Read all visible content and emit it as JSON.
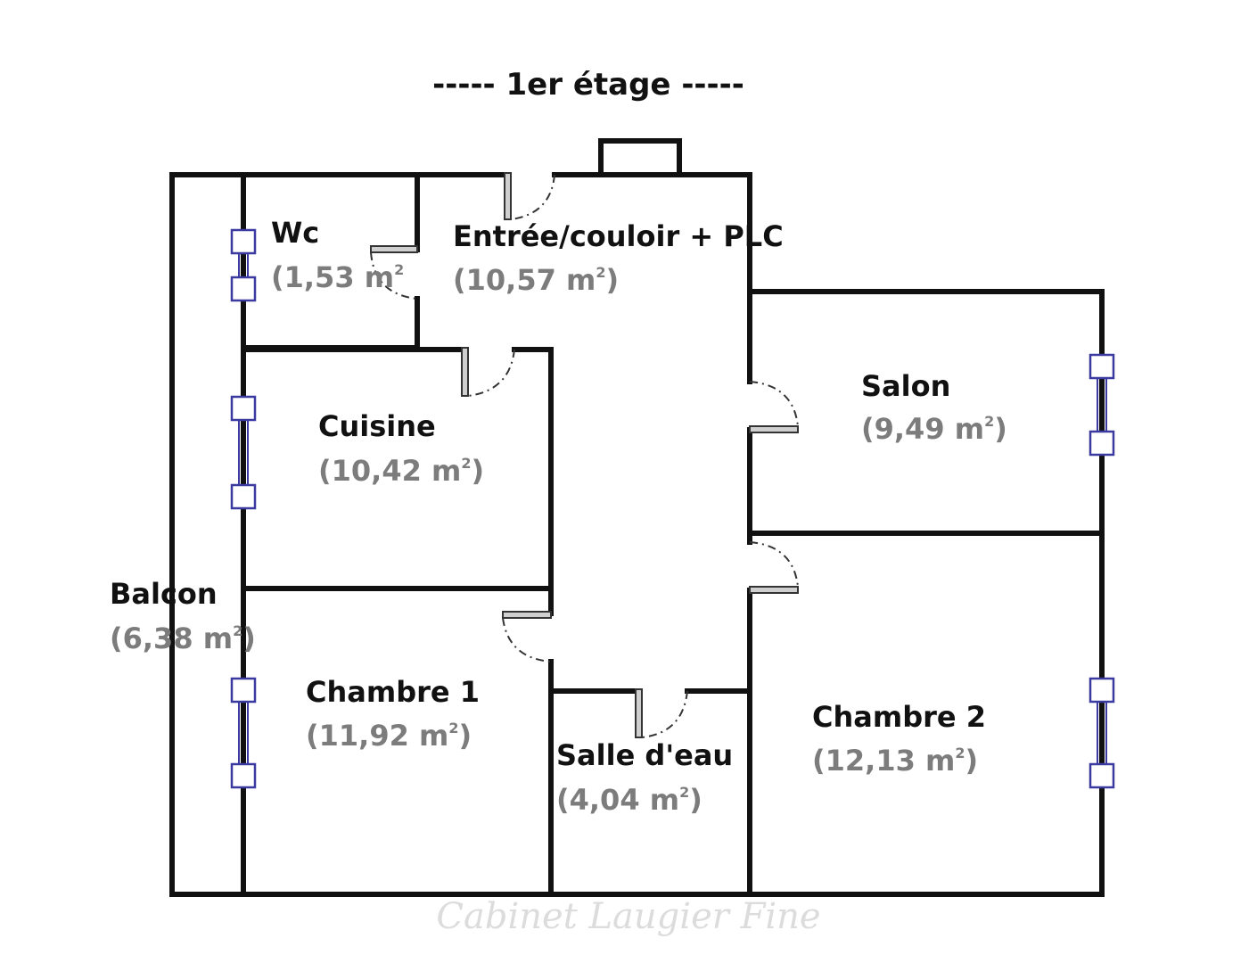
{
  "title": "----- 1er étage -----",
  "rooms": {
    "wc": {
      "name": "Wc",
      "area": "(1,53 m",
      "sup": "2",
      "close": ""
    },
    "entree": {
      "name": "Entrée/couloir + PLC",
      "area": "(10,57 m",
      "sup": "2",
      "close": ")"
    },
    "salon": {
      "name": "Salon",
      "area": "(9,49 m",
      "sup": "2",
      "close": ")"
    },
    "cuisine": {
      "name": "Cuisine",
      "area": "(10,42 m",
      "sup": "2",
      "close": ")"
    },
    "balcon": {
      "name": "Balcon",
      "area": "(6,38 m",
      "sup": "2",
      "close": ")"
    },
    "chambre1": {
      "name": "Chambre 1",
      "area": "(11,92 m",
      "sup": "2",
      "close": ")"
    },
    "salle_eau": {
      "name": "Salle d'eau",
      "area": "(4,04 m",
      "sup": "2",
      "close": ")"
    },
    "chambre2": {
      "name": "Chambre 2",
      "area": "(12,13 m",
      "sup": "2",
      "close": ")"
    }
  },
  "watermark": "Cabinet Laugier Fine",
  "colors": {
    "wall": "#111111",
    "window": "#3a3aa0",
    "area_text": "#7c7c7c",
    "watermark": "#dcdcdc"
  }
}
